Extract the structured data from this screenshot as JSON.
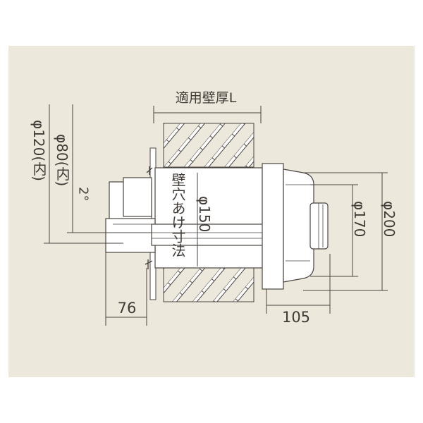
{
  "labels": {
    "wall_thickness": "適用壁厚L",
    "wall_hole_size": "壁穴あけ寸法",
    "phi120": "φ120(内)",
    "phi80": "φ80(内)",
    "angle": "2°",
    "phi150": "φ150",
    "phi170": "φ170",
    "phi200": "φ200",
    "dim76": "76",
    "dim105": "105"
  },
  "colors": {
    "background": "#ede8dc",
    "line": "#4a4540",
    "fill": "#ffffff",
    "text": "#3f3a36"
  }
}
